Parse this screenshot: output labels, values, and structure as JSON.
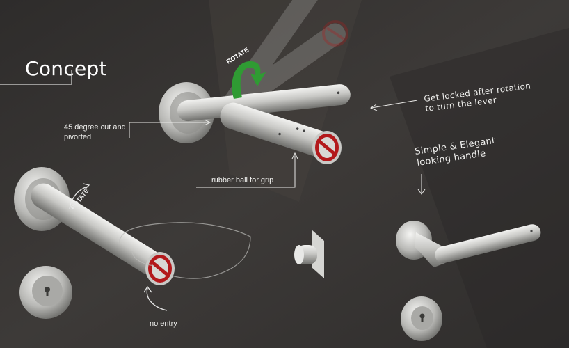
{
  "heading": "Concept",
  "annotations": {
    "cut": [
      "45 degree cut and",
      "pivorted"
    ],
    "locked": [
      "Get locked after rotation",
      "to turn the lever"
    ],
    "simple": [
      "Simple & Elegant",
      "looking handle"
    ],
    "grip": "rubber ball for grip",
    "no_entry": "no entry"
  },
  "rotate_labels": [
    "ROTATE",
    "ROTATE"
  ],
  "colors": {
    "background": "#3b3836",
    "metal": "#c9c9c6",
    "arrow_green": "#2f9b33",
    "no_entry_red": "#b3191c",
    "text": "#f0f0ee"
  }
}
